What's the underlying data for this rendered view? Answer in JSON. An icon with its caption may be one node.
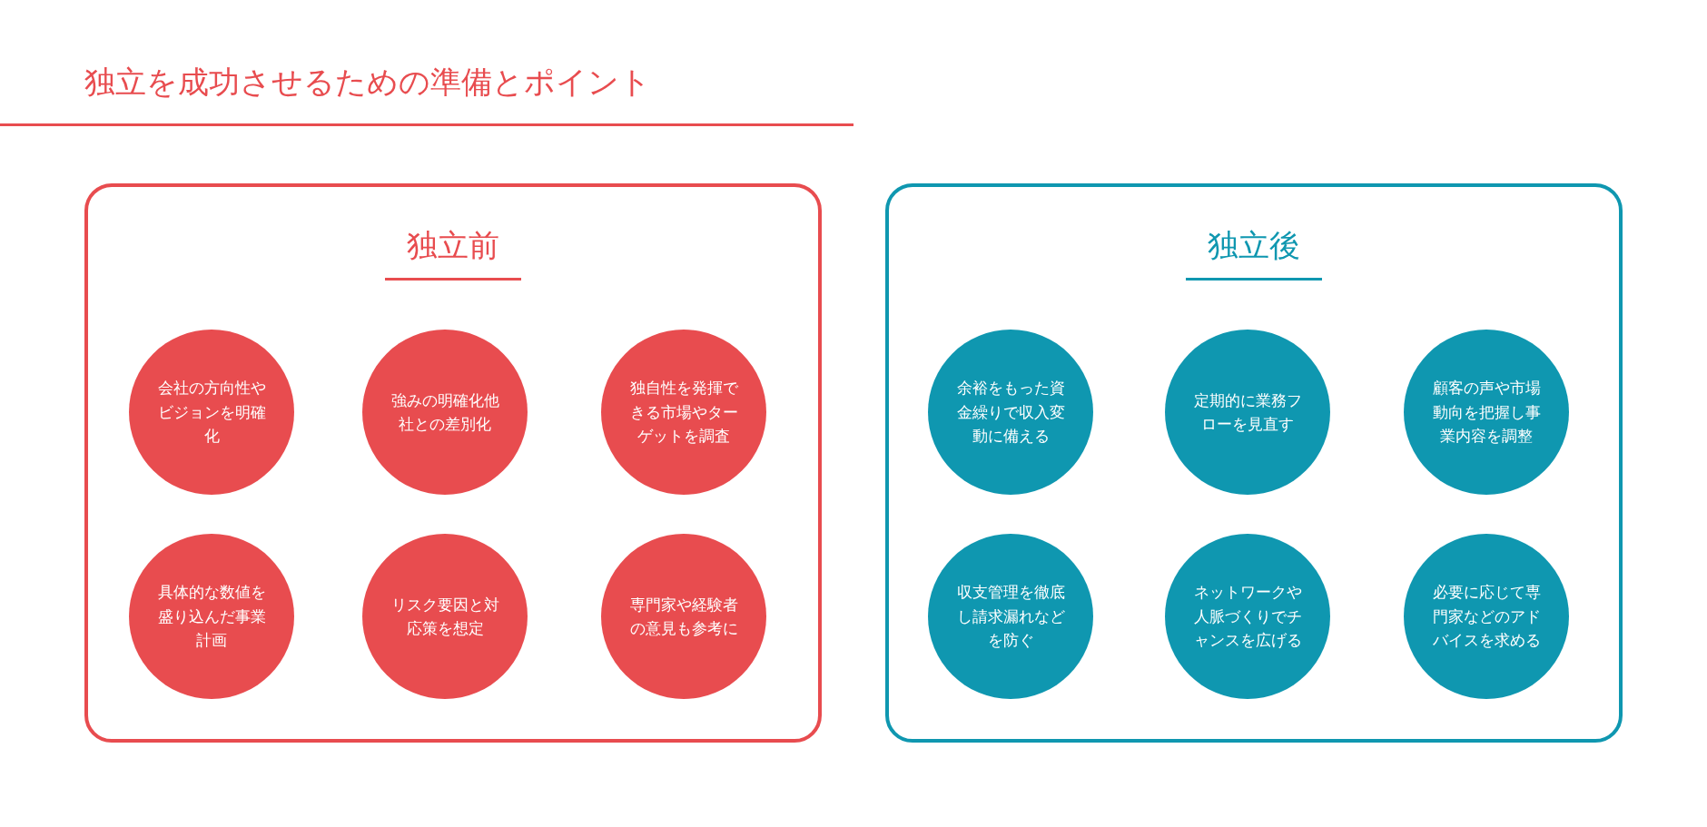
{
  "diagram": {
    "title": "独立を成功させるための準備とポイント",
    "nodes": [
      {
        "text": [
          "独立前"
        ]
      },
      {
        "text": [
          "会社の方向性やビジョンを明確化"
        ],
        "in": 0
      },
      {
        "text": [
          "強みの明確化他社との差別化"
        ],
        "in": 0
      },
      {
        "text": [
          "独自性を発揮できる市場やターゲットを調査"
        ],
        "in": 0
      },
      {
        "text": [
          "具体的な数値を盛り込んだ事業計画"
        ],
        "in": 0
      },
      {
        "text": [
          "リスク要因と対応策を想定"
        ],
        "in": 0
      },
      {
        "text": [
          "専門家や経験者の意見も参考に"
        ],
        "in": 0
      },
      {
        "text": [
          "独立後"
        ]
      },
      {
        "text": [
          "余裕をもった資金繰りで収入変動に備える"
        ],
        "in": 7
      },
      {
        "text": [
          "定期的に業務フローを見直す"
        ],
        "in": 7
      },
      {
        "text": [
          "顧客の声や市場動向を把握し事業内容を調整"
        ],
        "in": 7
      },
      {
        "text": [
          "収支管理を徹底し請求漏れなどを防ぐ"
        ],
        "in": 7
      },
      {
        "text": [
          "ネットワークや人脈づくりでチャンスを広げる"
        ],
        "in": 7
      },
      {
        "text": [
          "必要に応じて専門家などのアドバイスを求める"
        ],
        "in": 7
      }
    ],
    "edges": []
  }
}
